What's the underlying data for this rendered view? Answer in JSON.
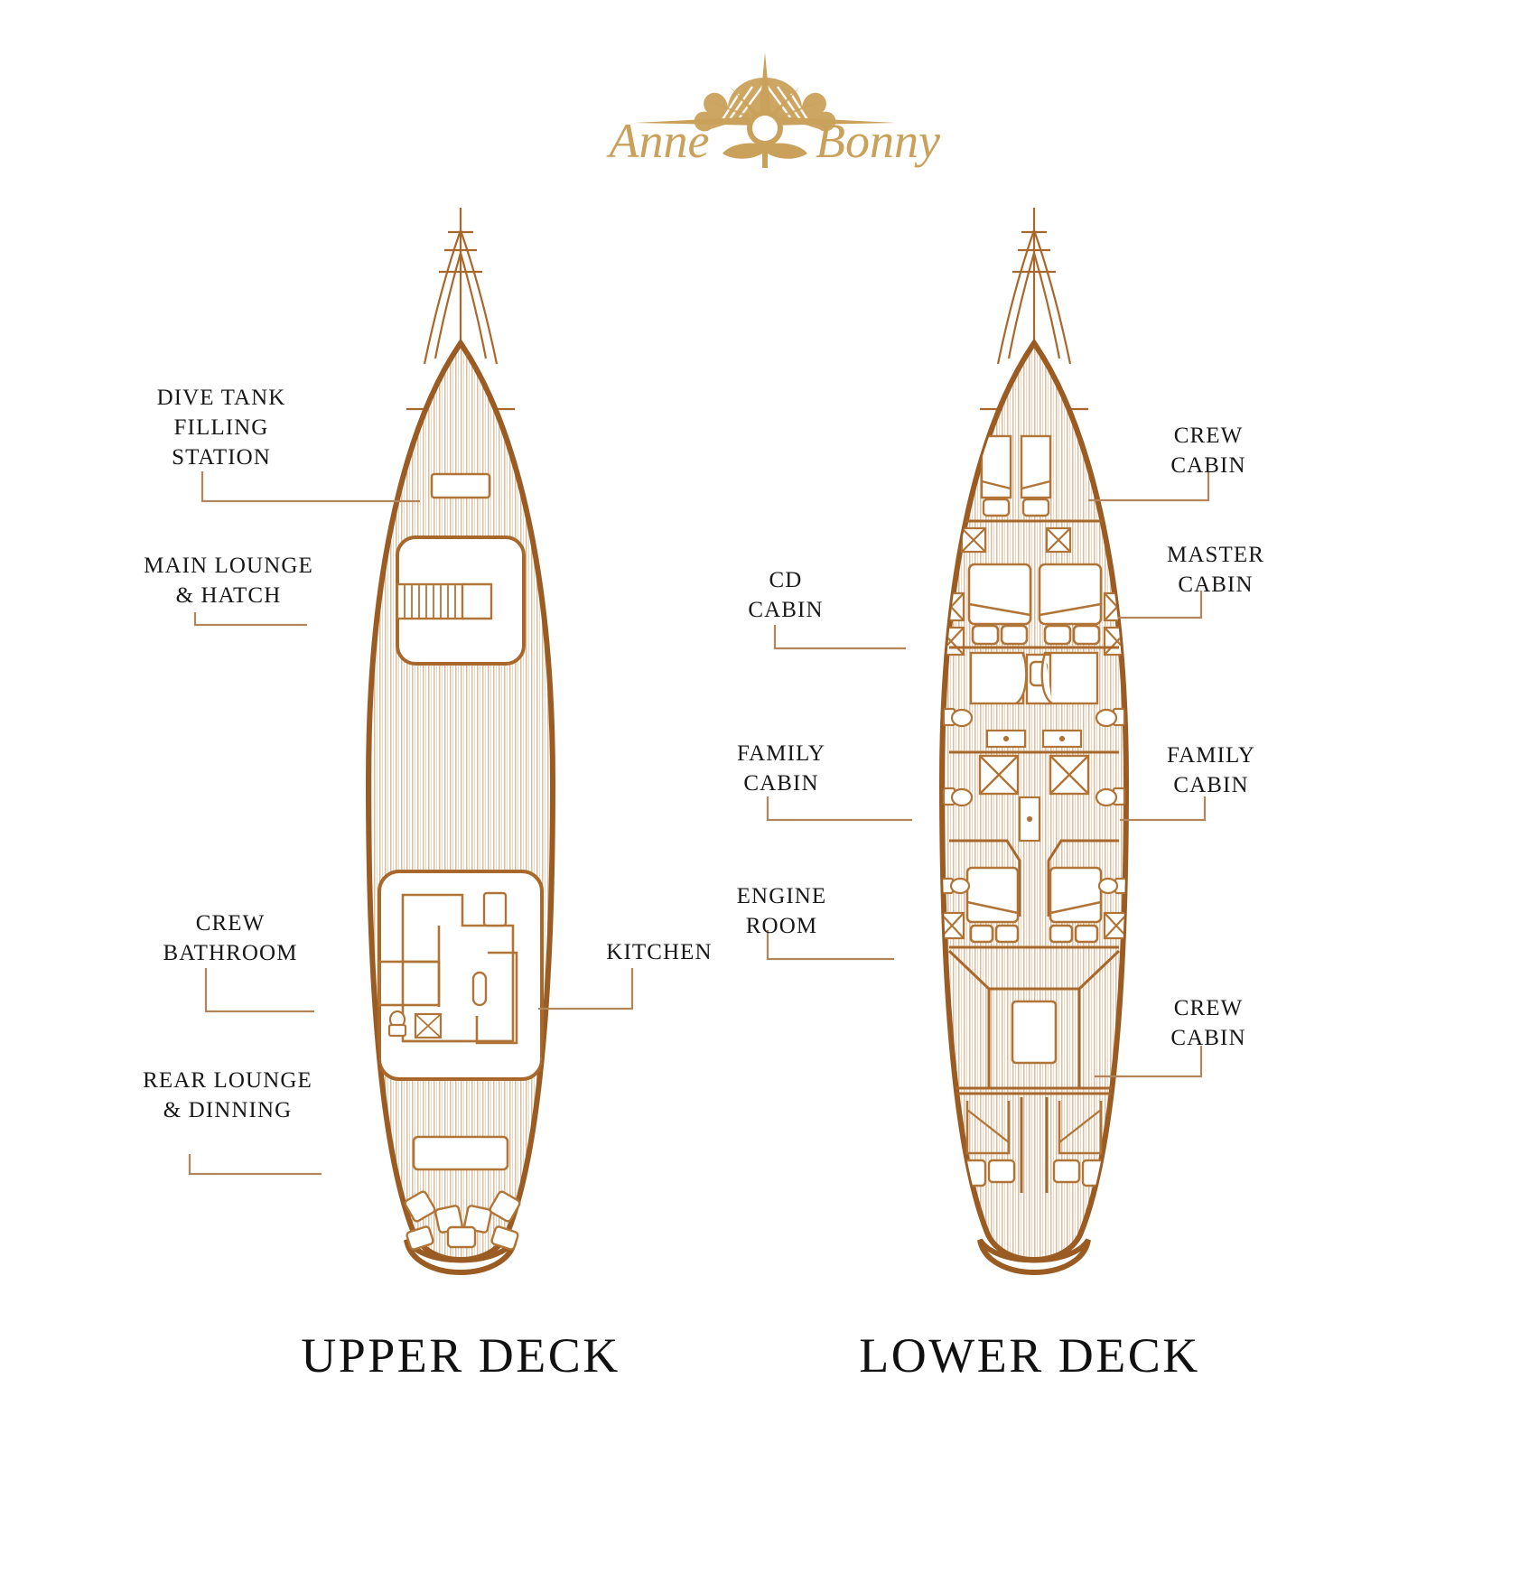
{
  "brand": {
    "name": "Anne Bonny",
    "word_left": "Anne",
    "word_right": "Bonny",
    "logo_icon": "compass-rose-shell-icon",
    "color": "#c9a15a"
  },
  "theme": {
    "ink": "#1a1a1a",
    "hull_dark": "#9a5c23",
    "hull_line": "#a8682c",
    "detail_line": "#b07536",
    "deck_plank": "#c69a6a",
    "leader_line": "#b2855a",
    "background": "#ffffff"
  },
  "decks": [
    {
      "id": "upper",
      "title": "UPPER DECK",
      "labels_left": [
        {
          "id": "dive-tank-filling-station",
          "text": "DIVE TANK\nFILLING\nSTATION"
        },
        {
          "id": "main-lounge-hatch",
          "text": "MAIN LOUNGE\n& HATCH"
        },
        {
          "id": "crew-bathroom",
          "text": "CREW\nBATHROOM"
        },
        {
          "id": "rear-lounge-dinning",
          "text": "REAR LOUNGE\n& DINNING"
        }
      ],
      "labels_right": [
        {
          "id": "kitchen",
          "text": "KITCHEN"
        }
      ]
    },
    {
      "id": "lower",
      "title": "LOWER DECK",
      "labels_left": [
        {
          "id": "cd-cabin",
          "text": "CD\nCABIN"
        },
        {
          "id": "family-cabin-left",
          "text": "FAMILY\nCABIN"
        },
        {
          "id": "engine-room",
          "text": "ENGINE\nROOM"
        }
      ],
      "labels_right": [
        {
          "id": "crew-cabin-bow",
          "text": "CREW\nCABIN"
        },
        {
          "id": "master-cabin",
          "text": "MASTER\nCABIN"
        },
        {
          "id": "family-cabin-right",
          "text": "FAMILY\nCABIN"
        },
        {
          "id": "crew-cabin-stern",
          "text": "CREW\nCABIN"
        }
      ]
    }
  ]
}
